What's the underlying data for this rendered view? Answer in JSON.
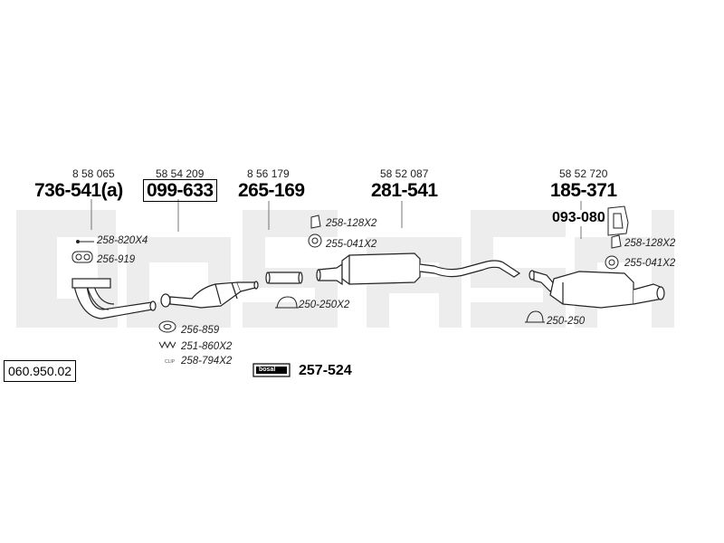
{
  "diagram_ref": "060.950.02",
  "brand": "bosal",
  "kit_part": "257-524",
  "oe_numbers": [
    "8 58 065",
    "58 54 209",
    "8 56 179",
    "58 52 087",
    "58 52 720"
  ],
  "main_parts": [
    "736-541(a)",
    "099-633",
    "265-169",
    "281-541",
    "185-371"
  ],
  "secondary_part": "093-080",
  "accessories": [
    "258-820X4",
    "256-919",
    "256-859",
    "251-860X2",
    "258-794X2",
    "258-128X2",
    "255-041X2",
    "250-250X2",
    "258-128X2",
    "255-041X2",
    "250-250"
  ],
  "tiny_mark": "CLIP"
}
